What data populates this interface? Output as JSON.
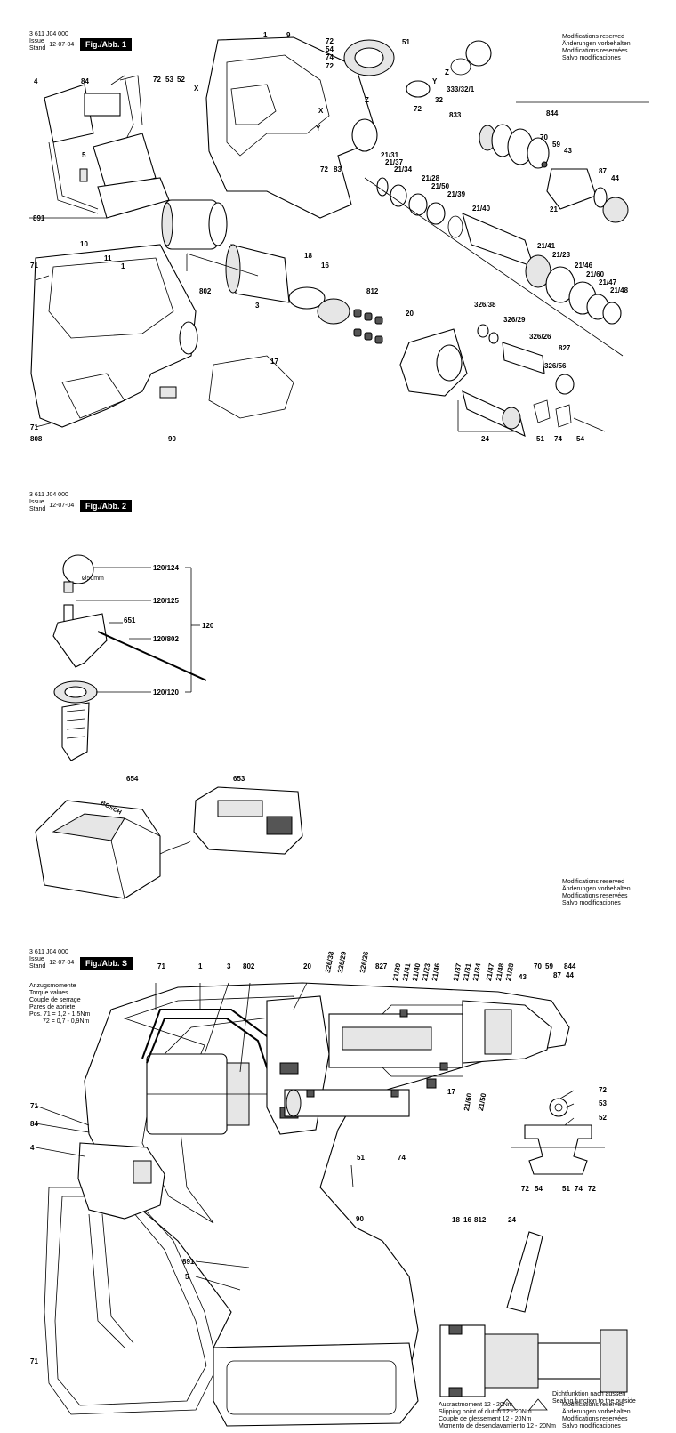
{
  "doc_number": "3 611 J04 000",
  "issue_stand": [
    "Issue",
    "Stand"
  ],
  "date": "12-07-04",
  "modifications": [
    "Modifications reserved",
    "Änderungen vorbehalten",
    "Modifications reservées",
    "Salvo modificaciones"
  ],
  "fig1": {
    "title": "Fig./Abb. 1",
    "labels": [
      "1",
      "9",
      "72",
      "54",
      "74",
      "72",
      "51",
      "4",
      "84",
      "72",
      "53",
      "52",
      "X",
      "Z",
      "Y",
      "X",
      "Y",
      "72",
      "32",
      "333/32/1",
      "833",
      "Z",
      "5",
      "72",
      "83",
      "844",
      "70",
      "59",
      "43",
      "87",
      "44",
      "21/31",
      "21/37",
      "21/34",
      "21/28",
      "21/50",
      "21/39",
      "21/40",
      "21",
      "891",
      "21/41",
      "21/23",
      "10",
      "11",
      "1",
      "71",
      "18",
      "16",
      "21/46",
      "21/60",
      "21/47",
      "21/48",
      "802",
      "3",
      "812",
      "326/38",
      "326/29",
      "20",
      "326/26",
      "827",
      "17",
      "326/56",
      "71",
      "808",
      "90",
      "24",
      "51",
      "74",
      "54"
    ]
  },
  "fig2": {
    "title": "Fig./Abb. 2",
    "labels": [
      "120/124",
      "Ø50mm",
      "120/125",
      "120",
      "651",
      "120/802",
      "120/120",
      "654",
      "653"
    ],
    "brand": "BOSCH"
  },
  "figS": {
    "title": "Fig./Abb. S",
    "torque": [
      "Anzugsmomente",
      "Torque values",
      "Couple de serrage",
      "Pares de apriete",
      "Pos. 71 = 1,2 - 1,5Nm",
      "72 = 0,7 - 0,9Nm"
    ],
    "top_labels": [
      "71",
      "1",
      "3",
      "802",
      "20",
      "326/38",
      "326/29",
      "326/26",
      "827",
      "21/39",
      "21/41",
      "21/40",
      "21/23",
      "21/46",
      "21/37",
      "21/31",
      "21/34",
      "21/47",
      "21/48",
      "21/28",
      "43",
      "70",
      "59",
      "844",
      "87",
      "44"
    ],
    "body_labels": [
      "17",
      "21/60",
      "21/50",
      "51",
      "74",
      "71",
      "84",
      "4",
      "90",
      "891",
      "5",
      "71",
      "72",
      "53",
      "52",
      "72",
      "54",
      "51",
      "74",
      "72",
      "18",
      "16",
      "812",
      "24"
    ],
    "sealing": [
      "Dichtfunktion nach aussen",
      "Sealing function to the outside"
    ],
    "slip": [
      "Ausrastmoment 12 - 20Nm",
      "Slipping point of clutch 12 - 20Nm",
      "Couple de glessement 12 - 20Nm",
      "Momento de desenclavamiento 12 - 20Nm"
    ]
  }
}
